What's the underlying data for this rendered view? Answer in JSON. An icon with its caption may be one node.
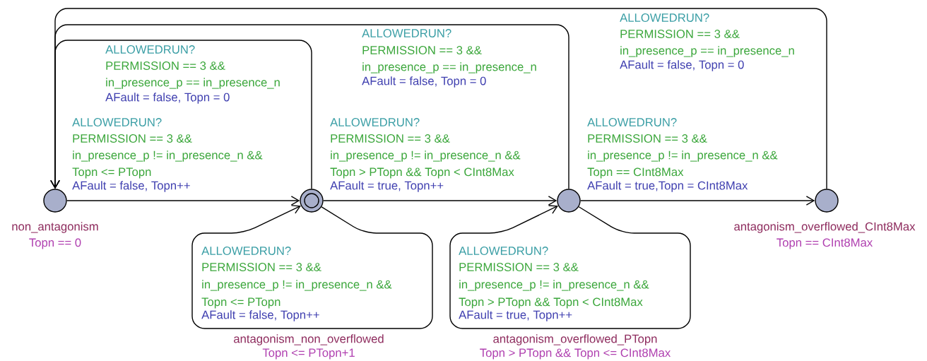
{
  "diagram": {
    "nodes": [
      {
        "text": [],
        "shape": "circle",
        "beside": [
          "non_antagonism",
          "Topn == 0"
        ]
      },
      {
        "text": [],
        "shape": "circle",
        "beside": [
          "antagonism_non_overflowed",
          "Topn <= PTopn+1"
        ]
      },
      {
        "text": [],
        "shape": "circle",
        "beside": [
          "antagonism_overflowed_PTopn",
          "Topn > PTopn && Topn <= CInt8Max"
        ]
      },
      {
        "text": [],
        "shape": "circle",
        "beside": [
          "antagonism_overflowed_CInt8Max",
          "Topn == CInt8Max"
        ]
      }
    ],
    "edges": [
      {
        "from": 1,
        "to": 0,
        "arrow": "to"
      },
      {
        "from": 2,
        "to": 0,
        "arrow": "to"
      },
      {
        "from": 3,
        "to": 0,
        "arrow": "to"
      },
      {
        "from": 0,
        "to": 1,
        "arrow": "to"
      },
      {
        "from": 1,
        "to": 2,
        "arrow": "to"
      },
      {
        "from": 2,
        "to": 3,
        "arrow": "to"
      },
      {
        "from": 1,
        "to": 1,
        "arrow": "to"
      },
      {
        "from": 2,
        "to": 2,
        "arrow": "to"
      }
    ],
    "labels": [
      "ALLOWEDRUN?",
      "PERMISSION == 3 &&",
      "in_presence_p == in_presence_n",
      "AFault = false, Topn = 0",
      "ALLOWEDRUN?",
      "PERMISSION == 3 &&",
      "in_presence_p == in_presence_n",
      "AFault = false, Topn = 0",
      "ALLOWEDRUN?",
      "PERMISSION == 3 &&",
      "in_presence_p == in_presence_n",
      "AFault = false, Topn = 0",
      "ALLOWEDRUN?",
      "PERMISSION == 3 &&",
      "in_presence_p != in_presence_n &&",
      "Topn <= PTopn",
      "AFault = false, Topn++",
      "ALLOWEDRUN?",
      "PERMISSION == 3 &&",
      "in_presence_p != in_presence_n &&",
      "Topn > PTopn && Topn < CInt8Max",
      "AFault = true, Topn++",
      "ALLOWEDRUN?",
      "PERMISSION == 3 &&",
      "in_presence_p != in_presence_n &&",
      "Topn == CInt8Max",
      "AFault = true,Topn = CInt8Max",
      "ALLOWEDRUN?",
      "PERMISSION == 3 &&",
      "in_presence_p != in_presence_n &&",
      "Topn <= PTopn",
      "AFault = false, Topn++",
      "ALLOWEDRUN?",
      "PERMISSION == 3 &&",
      "in_presence_p != in_presence_n &&",
      "Topn > PTopn && Topn < CInt8Max",
      "AFault = true, Topn++"
    ]
  }
}
